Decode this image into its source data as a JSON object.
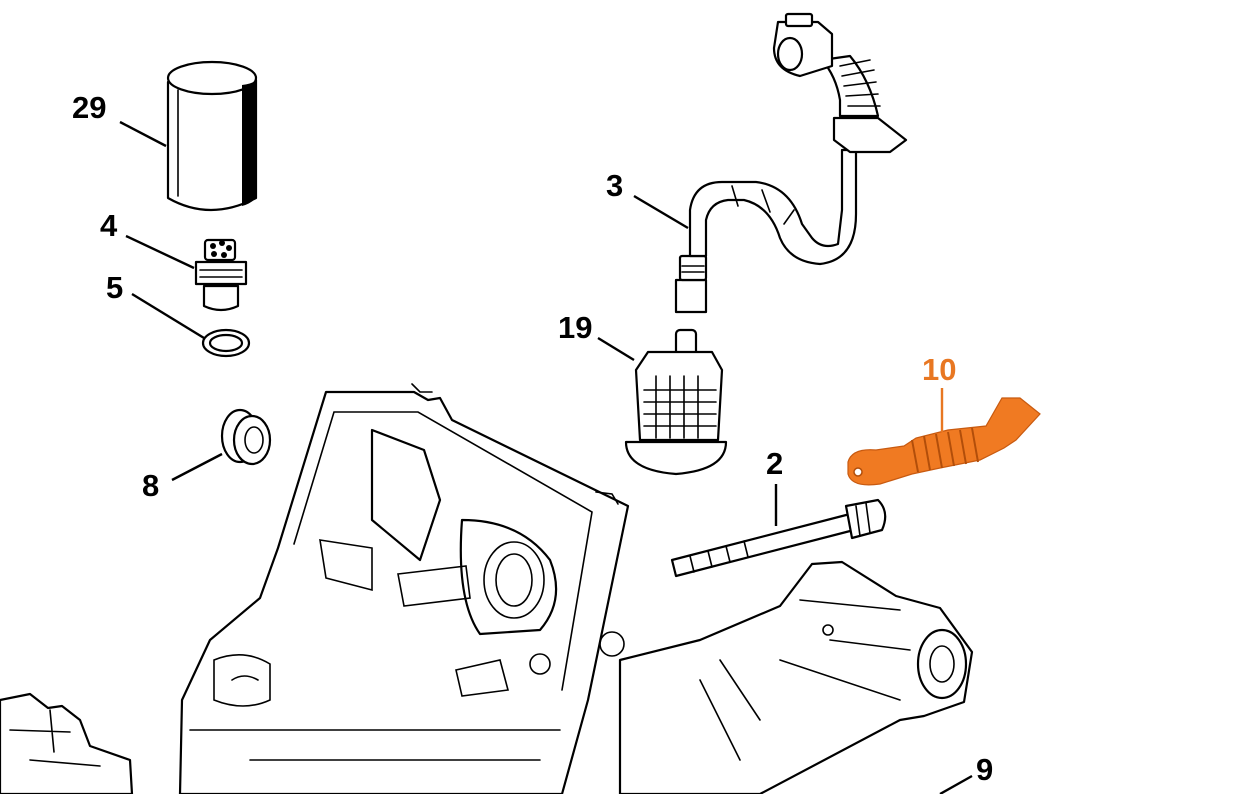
{
  "callouts": [
    {
      "id": "29",
      "label": "29"
    },
    {
      "id": "4",
      "label": "4"
    },
    {
      "id": "5",
      "label": "5"
    },
    {
      "id": "8",
      "label": "8"
    },
    {
      "id": "3",
      "label": "3"
    },
    {
      "id": "19",
      "label": "19"
    },
    {
      "id": "10",
      "label": "10",
      "highlighted": true
    },
    {
      "id": "2",
      "label": "2"
    },
    {
      "id": "9",
      "label": "9"
    }
  ],
  "colors": {
    "highlight": "#e87722",
    "line": "#000000",
    "background": "#ffffff"
  }
}
